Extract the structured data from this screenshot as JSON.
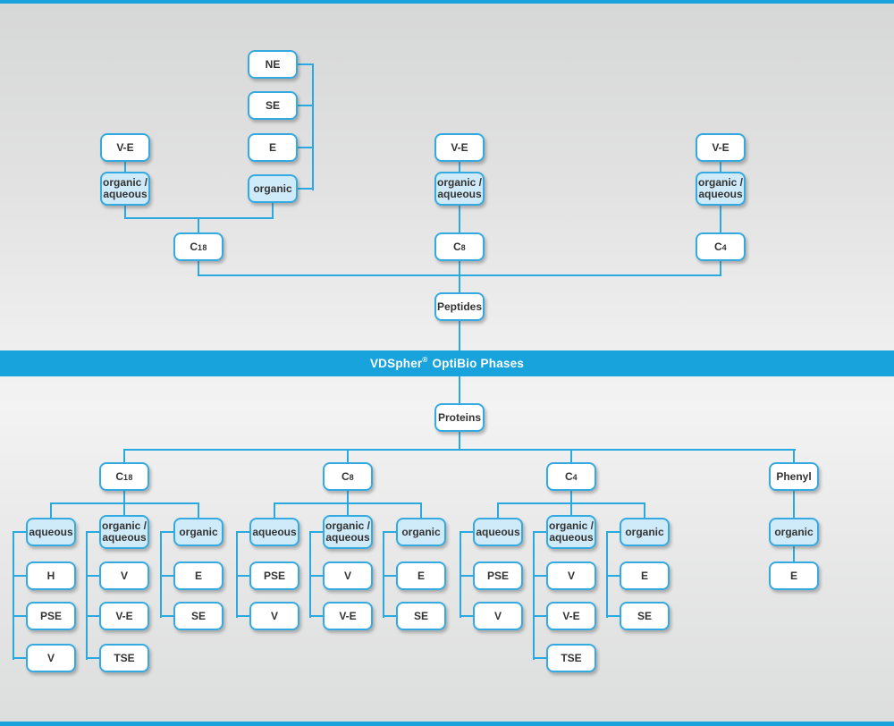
{
  "banner": {
    "brand": "VDSpher",
    "reg": "®",
    "rest": " OptiBio Phases"
  },
  "colors": {
    "accent_blue": "#18A3DC",
    "line_blue": "#2AA9E0",
    "mode_fill": "#CFEAF8",
    "node_fill": "#FFFFFF",
    "text": "#333333"
  },
  "peptides": {
    "root": "Peptides",
    "c18": {
      "column": {
        "prefix": "C",
        "digits": "18"
      },
      "ve": "V-E",
      "organic_aqueous": "organic /\naqueous",
      "extra": {
        "ne": "NE",
        "se": "SE",
        "e": "E",
        "organic": "organic"
      }
    },
    "c8": {
      "column": {
        "prefix": "C",
        "digits": "8"
      },
      "ve": "V-E",
      "organic_aqueous": "organic /\naqueous"
    },
    "c4": {
      "column": {
        "prefix": "C",
        "digits": "4"
      },
      "ve": "V-E",
      "organic_aqueous": "organic /\naqueous"
    }
  },
  "proteins": {
    "root": "Proteins",
    "c18": {
      "column": {
        "prefix": "C",
        "digits": "18"
      },
      "aqueous": {
        "label": "aqueous",
        "children": [
          "H",
          "PSE",
          "V"
        ]
      },
      "organic_aqueous": {
        "label": "organic /\naqueous",
        "children": [
          "V",
          "V-E",
          "TSE"
        ]
      },
      "organic": {
        "label": "organic",
        "children": [
          "E",
          "SE"
        ]
      }
    },
    "c8": {
      "column": {
        "prefix": "C",
        "digits": "8"
      },
      "aqueous": {
        "label": "aqueous",
        "children": [
          "PSE",
          "V"
        ]
      },
      "organic_aqueous": {
        "label": "organic /\naqueous",
        "children": [
          "V",
          "V-E"
        ]
      },
      "organic": {
        "label": "organic",
        "children": [
          "E",
          "SE"
        ]
      }
    },
    "c4": {
      "column": {
        "prefix": "C",
        "digits": "4"
      },
      "aqueous": {
        "label": "aqueous",
        "children": [
          "PSE",
          "V"
        ]
      },
      "organic_aqueous": {
        "label": "organic /\naqueous",
        "children": [
          "V",
          "V-E",
          "TSE"
        ]
      },
      "organic": {
        "label": "organic",
        "children": [
          "E",
          "SE"
        ]
      }
    },
    "phenyl": {
      "column": {
        "label": "Phenyl"
      },
      "organic": {
        "label": "organic",
        "children": [
          "E"
        ]
      }
    }
  }
}
